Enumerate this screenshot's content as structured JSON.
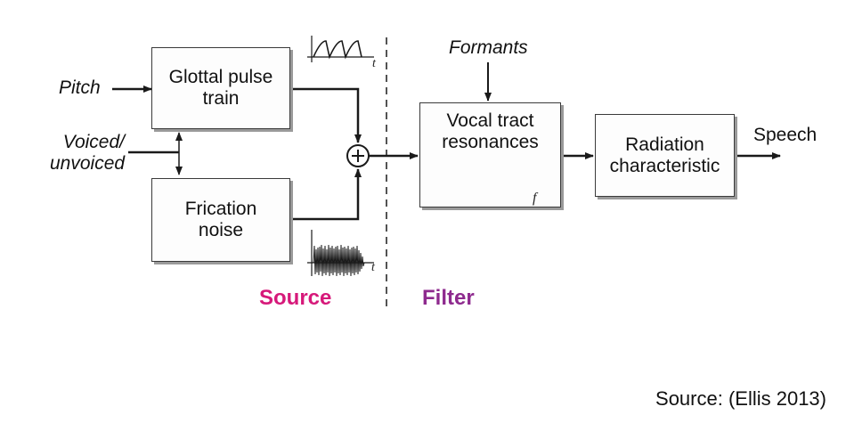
{
  "inputs": {
    "pitch": "Pitch",
    "voiced_line1": "Voiced/",
    "voiced_line2": "unvoiced",
    "formants": "Formants"
  },
  "blocks": {
    "glottal_line1": "Glottal pulse",
    "glottal_line2": "train",
    "frication_line1": "Frication",
    "frication_line2": "noise",
    "vocal_line1": "Vocal tract",
    "vocal_line2": "resonances",
    "radiation_line1": "Radiation",
    "radiation_line2": "characteristic"
  },
  "output": "Speech",
  "sections": {
    "source": "Source",
    "filter": "Filter"
  },
  "axis_labels": {
    "glottal_t": "t",
    "noise_t": "t",
    "spectrum_f": "f"
  },
  "credit": "Source: (Ellis 2013)",
  "colors": {
    "source": "#d6197a",
    "filter": "#8e2a8e",
    "line": "#1a1a1a"
  }
}
